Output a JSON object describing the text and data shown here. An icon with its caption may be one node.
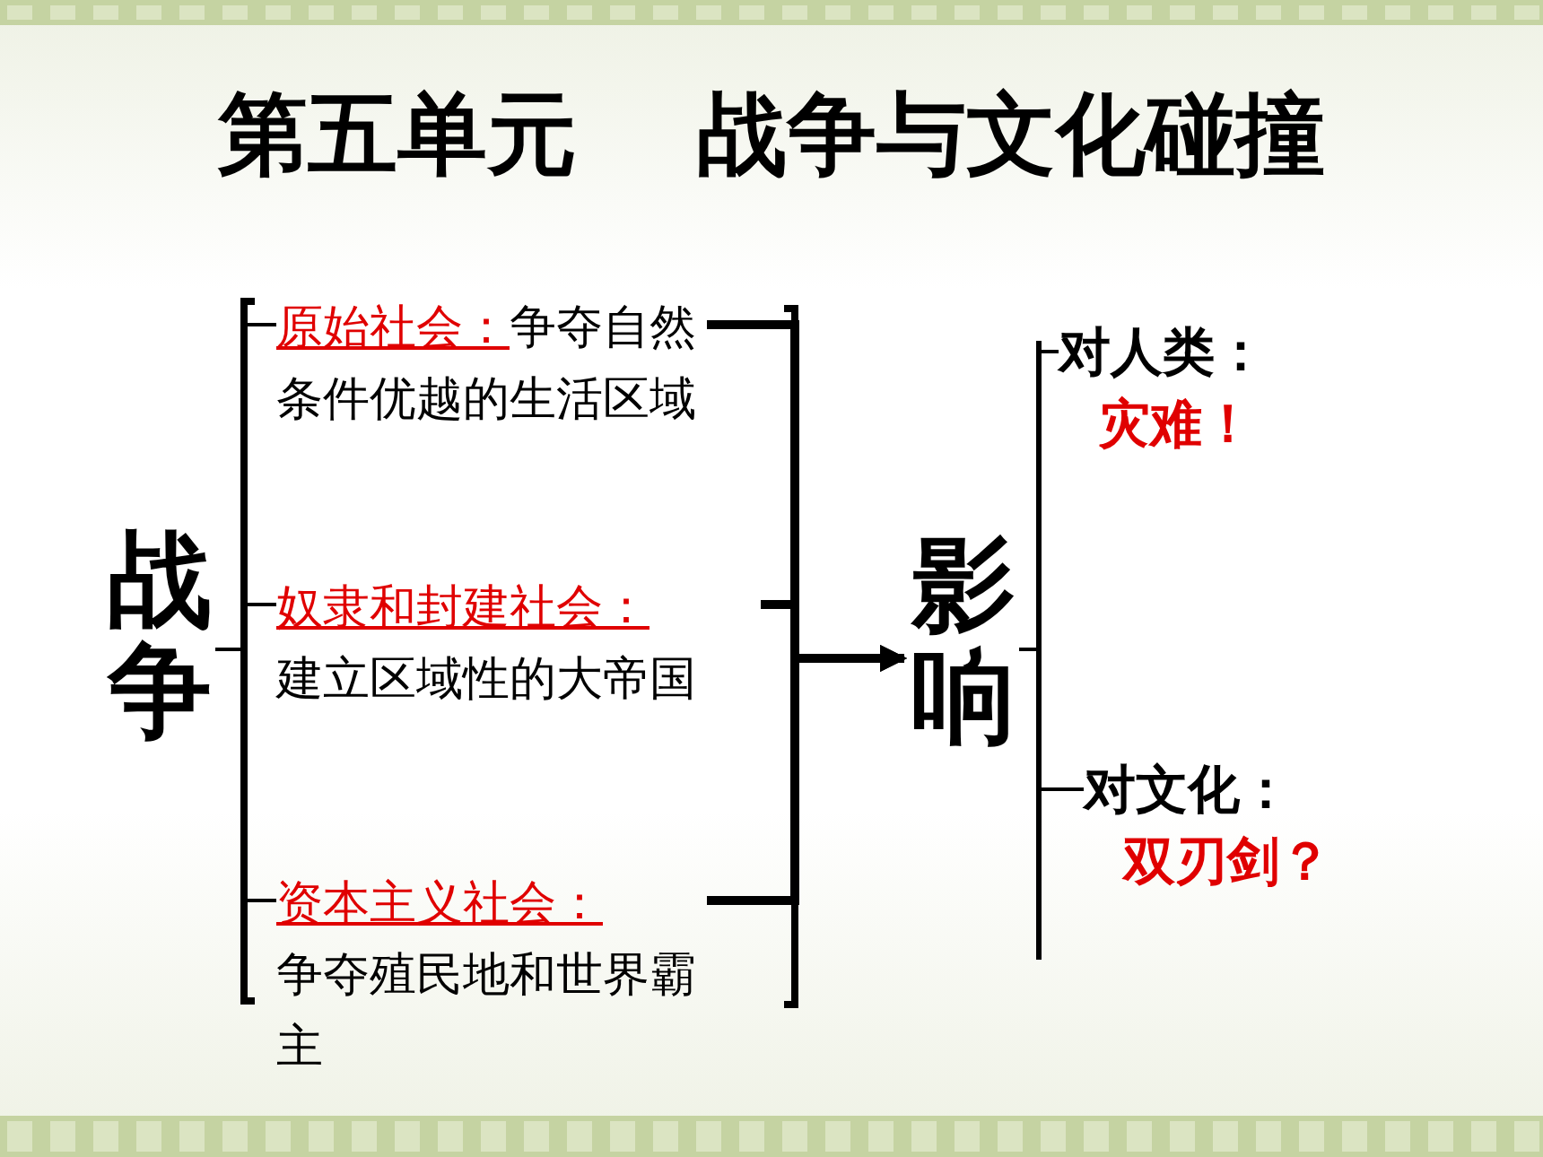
{
  "diagram": {
    "title": "第五单元 战争与文化碰撞",
    "nodes": [
      {
        "text": [
          "战争"
        ]
      },
      {
        "text": [
          "原始社会：",
          "争夺自然条件优越的生活区域"
        ]
      },
      {
        "text": [
          "奴隶和封建社会：",
          "建立区域性的大帝国"
        ]
      },
      {
        "text": [
          "资本主义社会：",
          "争夺殖民地和世界霸主"
        ]
      },
      {
        "text": [
          "影响"
        ]
      },
      {
        "text": [
          "对人类：",
          "灾难！"
        ]
      },
      {
        "text": [
          "对文化：",
          "双刃剑？"
        ]
      }
    ],
    "edges": [
      {
        "from": 0,
        "to": 1,
        "arrow": "none"
      },
      {
        "from": 0,
        "to": 2,
        "arrow": "none"
      },
      {
        "from": 0,
        "to": 3,
        "arrow": "none"
      },
      {
        "from": 1,
        "to": 4,
        "arrow": "to",
        "style": "thick"
      },
      {
        "from": 2,
        "to": 4,
        "arrow": "to",
        "style": "thick"
      },
      {
        "from": 3,
        "to": 4,
        "arrow": "to",
        "style": "thick"
      },
      {
        "from": 4,
        "to": 5,
        "arrow": "none"
      },
      {
        "from": 4,
        "to": 6,
        "arrow": "none"
      }
    ]
  }
}
